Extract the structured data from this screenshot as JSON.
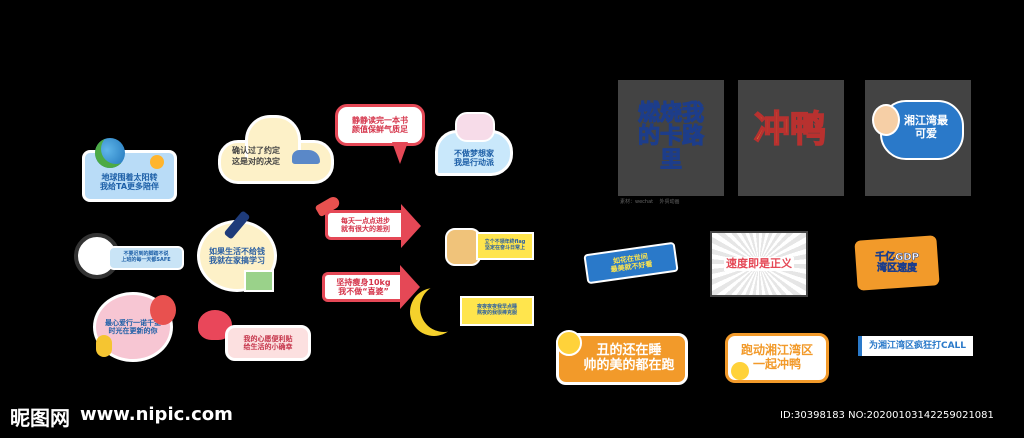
{
  "stickers": {
    "earth": "地球围着太阳转\n我给TA更多陪伴",
    "promise": "确认过了约定\n这是对的决定",
    "read": "静静读完一本书\n颜值保鲜气质足",
    "action": "不做梦想家\n我是行动派",
    "clock": "不要迟到的脚踏不说\n上班的每一天都SAFE",
    "study": "如果生活不给钱\n我就在家搞学习",
    "progress": "每天一点点进步\n就有很大的差别",
    "weight": "坚持瘦身10kg\n我不做“喜婆”",
    "dog": "立个不领年终flag\n坚定在奋斗日常上",
    "love": "最心爱行一诺千金\n时光在更新的你",
    "heart": "我的心愿便利贴\n给生活的小确幸",
    "moon": "夜夜夜夜我早点睡\n熬夜的我很棒克服",
    "kaluli": "燃烧我的卡路里",
    "chongya": "冲鸭",
    "baydraw": "湘江湾最可爱",
    "tile_caption": "素材：wechat    外贸动画",
    "chuan": "如花在世间\n最美就不好看",
    "speed": "速度即是正义",
    "gdp": "千亿GDP\n湾区速度",
    "ugly": "丑的还在睡\n帅的美的都在跑",
    "run": "跑动湘江湾区\n一起冲鸭",
    "call": "为湘江湾区疯狂打CALL"
  },
  "watermark": {
    "logo": "昵图网",
    "url": "www.nipic.com",
    "id": "ID:30398183 NO:20200103142259021081"
  },
  "colors": {
    "bg": "#000000",
    "tile": "#434343",
    "orange": "#f29a2a",
    "blue": "#2a79c9",
    "yellow": "#ffe54d"
  }
}
